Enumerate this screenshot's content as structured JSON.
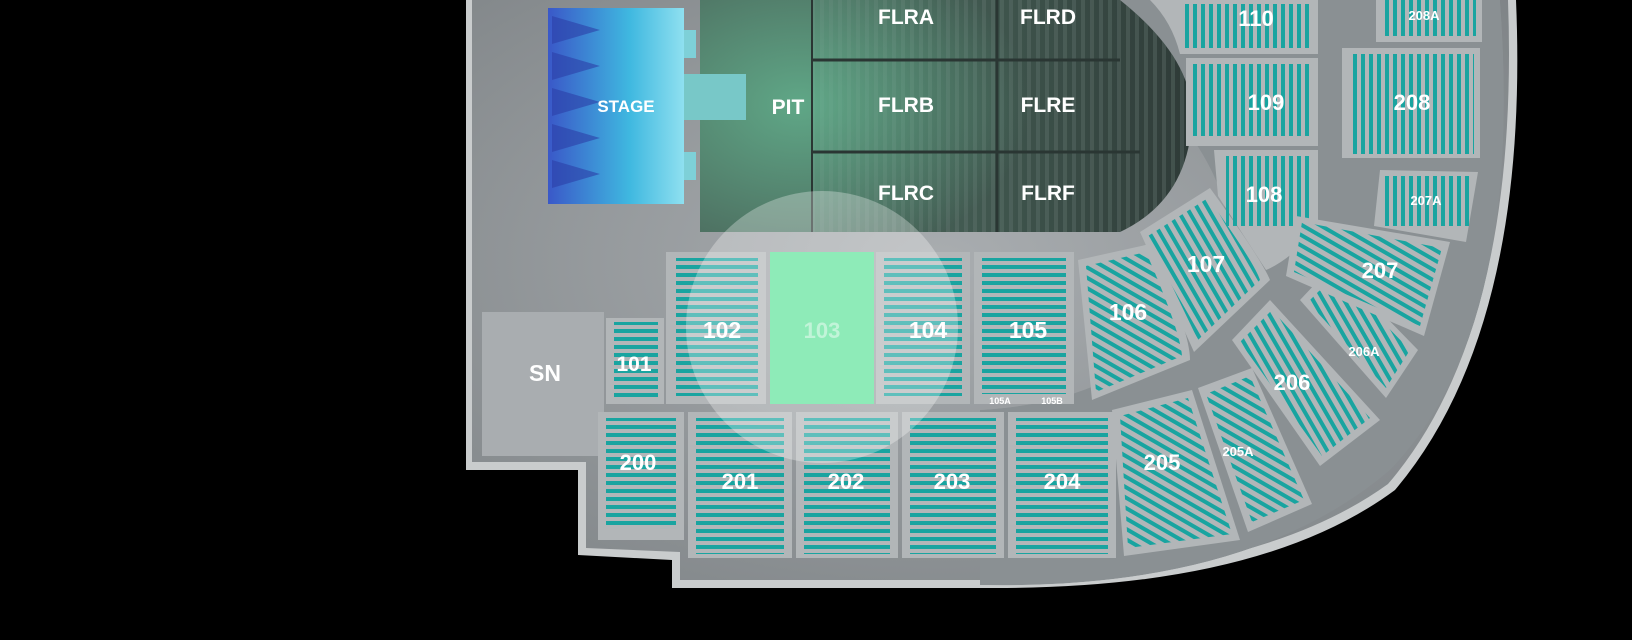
{
  "map": {
    "stage_label": "STAGE",
    "pit_label": "PIT",
    "sn_label": "SN",
    "floor_sections": [
      "FLRA",
      "FLRD",
      "FLRB",
      "FLRE",
      "FLRC",
      "FLRF"
    ],
    "lower_sections": [
      "101",
      "102",
      "103",
      "104",
      "105",
      "106",
      "107",
      "108",
      "109",
      "110"
    ],
    "lower_sub_labels": [
      "105A",
      "105B"
    ],
    "upper_sections": [
      "200",
      "201",
      "202",
      "203",
      "204",
      "205",
      "205A",
      "206",
      "206A",
      "207",
      "207A",
      "208",
      "208A"
    ],
    "selected_section": "103",
    "colors": {
      "background": "#000000",
      "concourse": "#8e9396",
      "floor": "#3c4a46",
      "seat_rows": "#1aa3a0",
      "selected": "#5ee29a",
      "stage": "#3fb8e0"
    }
  }
}
